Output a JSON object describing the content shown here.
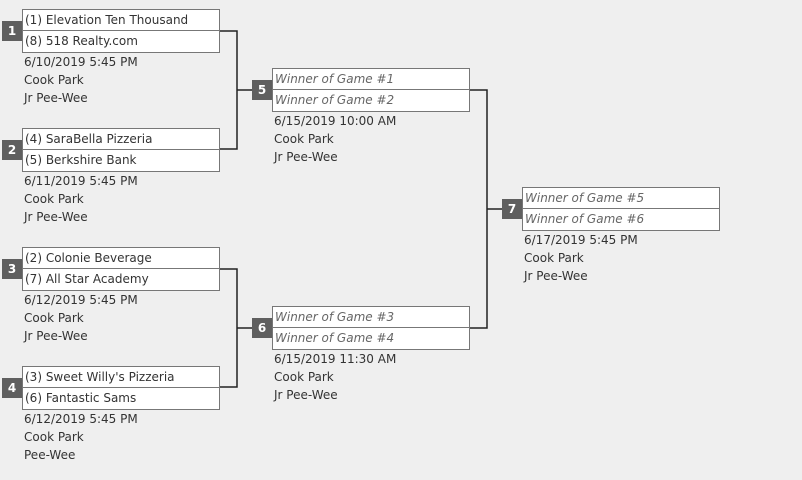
{
  "games": [
    {
      "num": "1",
      "teams": [
        "(1) Elevation Ten Thousand",
        "(8) 518 Realty.com"
      ],
      "placeholder": false,
      "datetime": "6/10/2019 5:45 PM",
      "venue": "Cook Park",
      "division": "Jr Pee-Wee"
    },
    {
      "num": "2",
      "teams": [
        "(4) SaraBella Pizzeria",
        "(5) Berkshire Bank"
      ],
      "placeholder": false,
      "datetime": "6/11/2019 5:45 PM",
      "venue": "Cook Park",
      "division": "Jr Pee-Wee"
    },
    {
      "num": "3",
      "teams": [
        "(2) Colonie Beverage",
        "(7) All Star Academy"
      ],
      "placeholder": false,
      "datetime": "6/12/2019 5:45 PM",
      "venue": "Cook Park",
      "division": "Jr Pee-Wee"
    },
    {
      "num": "4",
      "teams": [
        "(3) Sweet Willy's Pizzeria",
        "(6) Fantastic Sams"
      ],
      "placeholder": false,
      "datetime": "6/12/2019 5:45 PM",
      "venue": "Cook Park",
      "division": "Pee-Wee"
    },
    {
      "num": "5",
      "teams": [
        "Winner of Game #1",
        "Winner of Game #2"
      ],
      "placeholder": true,
      "datetime": "6/15/2019 10:00 AM",
      "venue": "Cook Park",
      "division": "Jr Pee-Wee"
    },
    {
      "num": "6",
      "teams": [
        "Winner of Game #3",
        "Winner of Game #4"
      ],
      "placeholder": true,
      "datetime": "6/15/2019 11:30 AM",
      "venue": "Cook Park",
      "division": "Jr Pee-Wee"
    },
    {
      "num": "7",
      "teams": [
        "Winner of Game #5",
        "Winner of Game #6"
      ],
      "placeholder": true,
      "datetime": "6/17/2019 5:45 PM",
      "venue": "Cook Park",
      "division": "Jr Pee-Wee"
    }
  ]
}
